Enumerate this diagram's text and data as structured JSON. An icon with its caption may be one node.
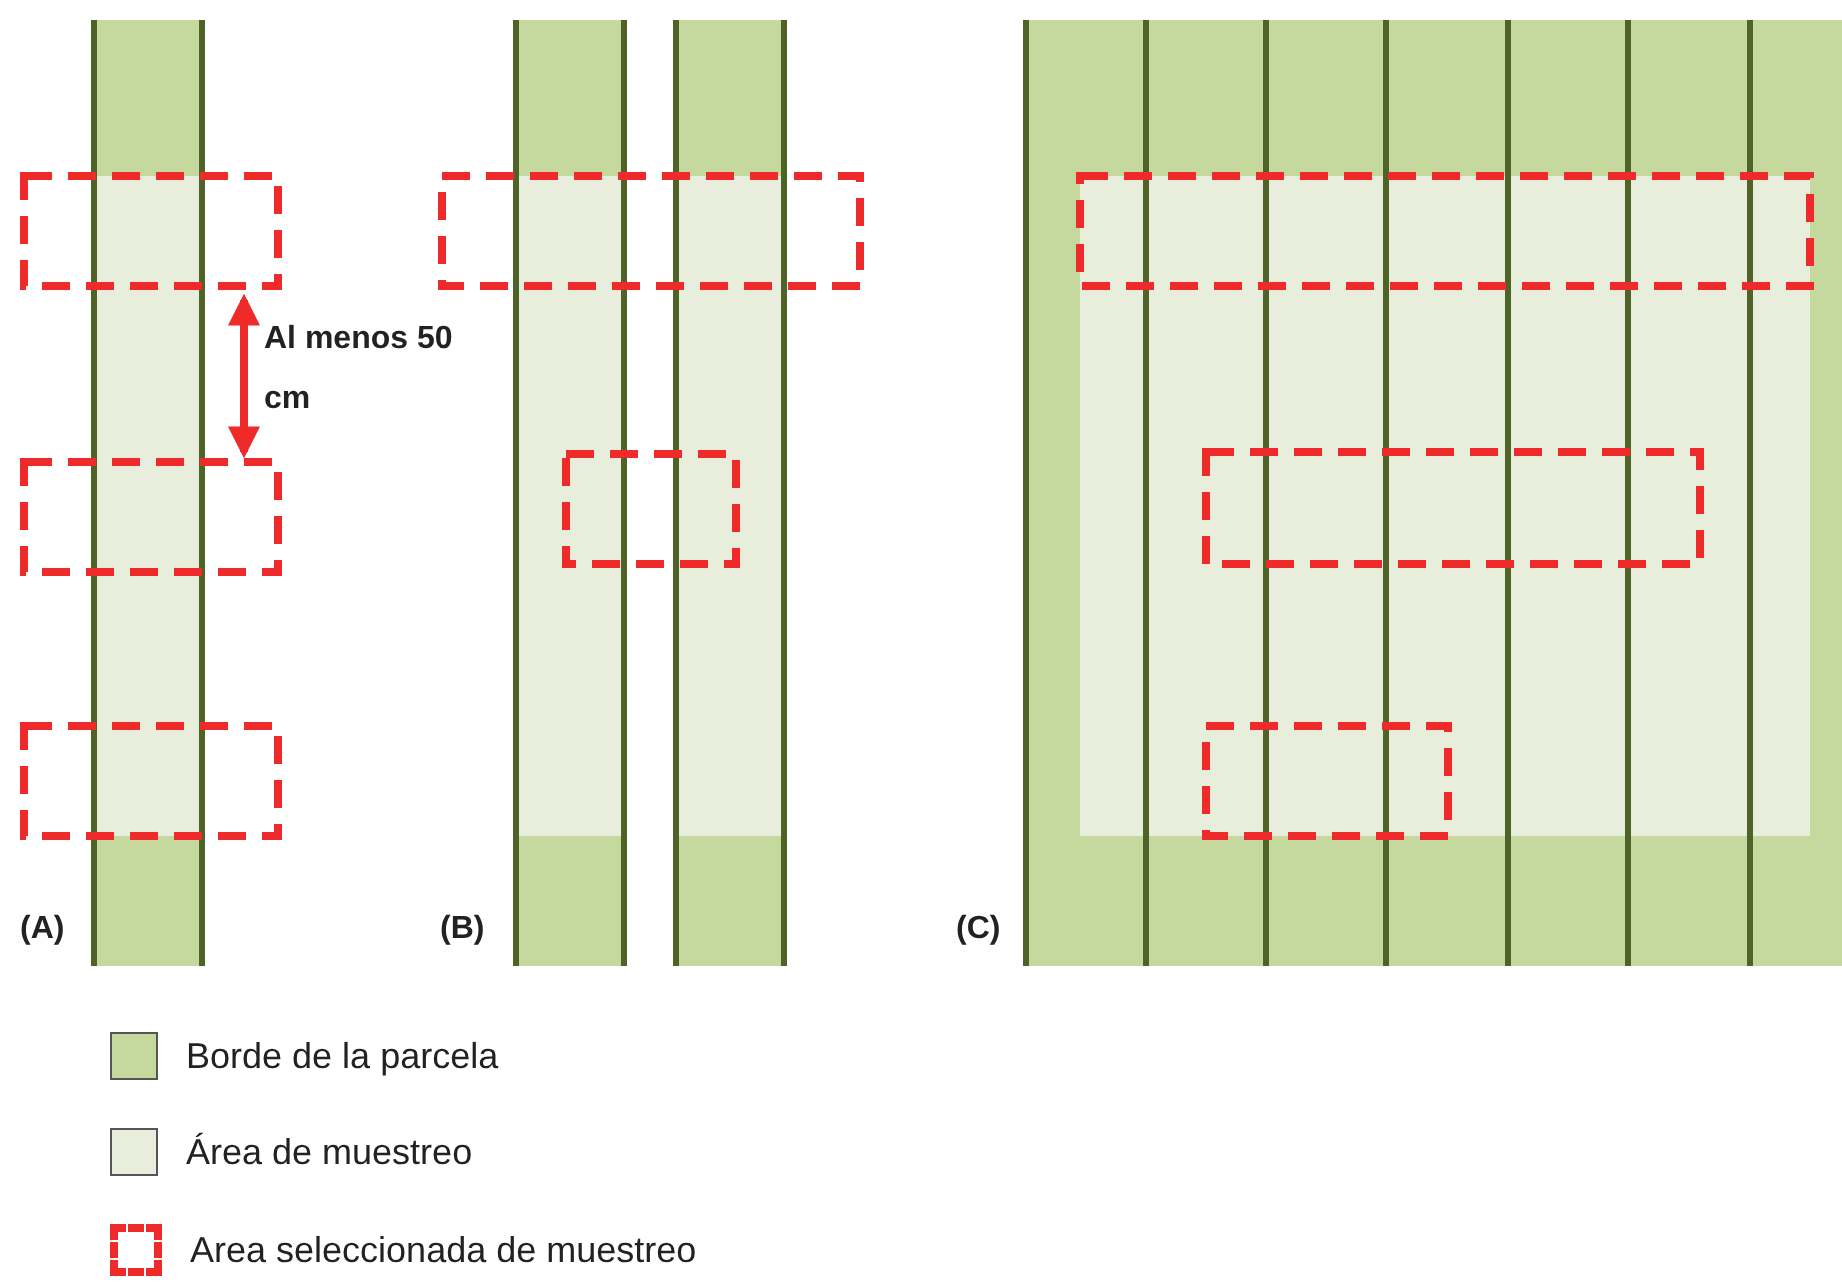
{
  "diagram": {
    "labels": [
      "Al menos 50 cm",
      "(A)",
      "(B)",
      "(C)"
    ],
    "legend": [
      {
        "text": "Borde de la parcela",
        "color": "#c5d99e"
      },
      {
        "text": "Área de muestreo",
        "color": "#e9eedc"
      },
      {
        "text": "Area seleccionada de muestreo"
      }
    ]
  }
}
